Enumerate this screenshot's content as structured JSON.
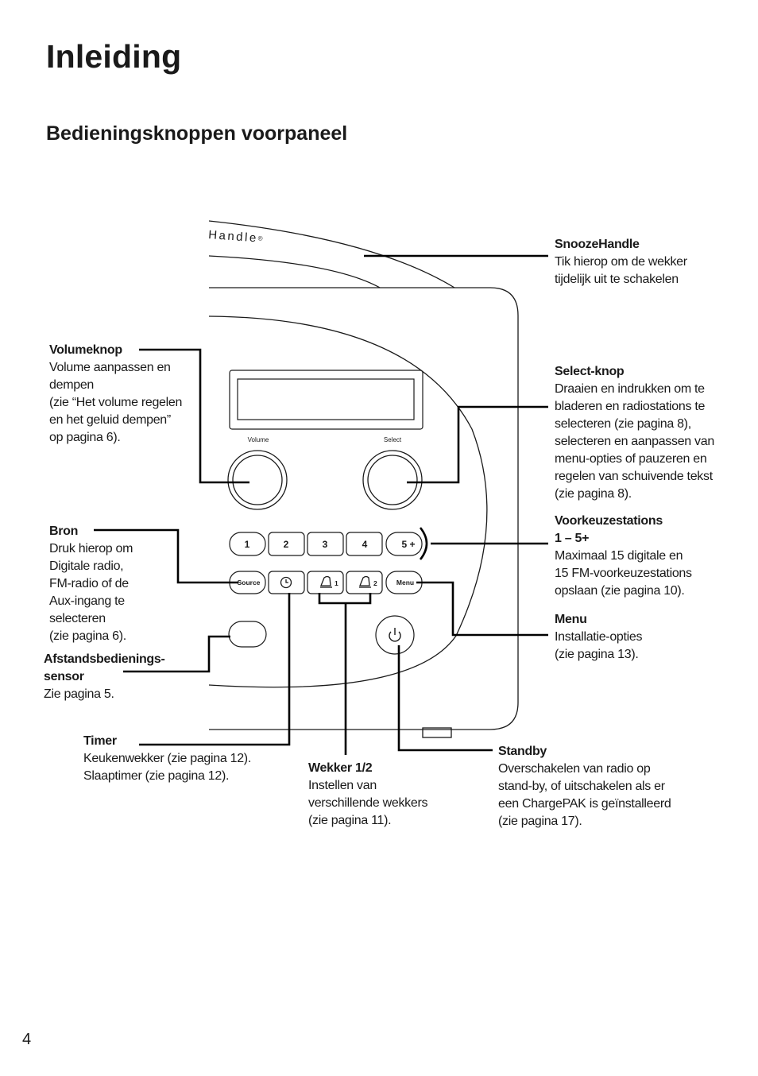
{
  "page": {
    "title": "Inleiding",
    "section_title": "Bedieningsknoppen voorpaneel",
    "page_number": "4"
  },
  "device": {
    "brand_fragment": "Handle",
    "registered_mark": "®",
    "volume_label": "Volume",
    "select_label": "Select",
    "preset_buttons": [
      "1",
      "2",
      "3",
      "4",
      "5 +"
    ],
    "source_label": "Source",
    "alarm1_label": "1",
    "alarm2_label": "2",
    "menu_label": "Menu",
    "icons": {
      "timer": "clock-icon",
      "alarm": "bell-icon",
      "standby": "power-icon"
    }
  },
  "callouts": {
    "snoozehandle": {
      "title": "SnoozeHandle",
      "desc": "Tik hierop om de wekker\ntijdelijk uit te schakelen"
    },
    "volumeknop": {
      "title": "Volumeknop",
      "desc": "Volume aanpassen en\ndempen\n(zie “Het volume regelen\nen het geluid dempen”\nop pagina 6)."
    },
    "select_knop": {
      "title": "Select-knop",
      "desc": "Draaien en indrukken om te\nbladeren en radiostations te\nselecteren (zie pagina 8),\nselecteren en aanpassen van\nmenu-opties of pauzeren en\nregelen van schuivende tekst\n(zie pagina 8)."
    },
    "bron": {
      "title": "Bron",
      "desc": "Druk hierop om\nDigitale radio,\nFM-radio of de\nAux-ingang te\nselecteren\n(zie pagina 6)."
    },
    "voorkeuzestations": {
      "title": "Voorkeuzestations\n1 – 5+",
      "desc": "Maximaal 15 digitale en\n15 FM-voorkeuzestations\nopslaan (zie pagina 10)."
    },
    "menu": {
      "title": "Menu",
      "desc": "Installatie-opties\n(zie pagina 13)."
    },
    "afstandsbediening": {
      "title": "Afstandsbedienings-\nsensor",
      "desc": "Zie pagina 5."
    },
    "timer": {
      "title": "Timer",
      "desc": "Keukenwekker (zie pagina 12).\nSlaaptimer (zie pagina 12)."
    },
    "wekker": {
      "title": "Wekker 1/2",
      "desc": "Instellen van\nverschillende wekkers\n(zie pagina 11)."
    },
    "standby": {
      "title": "Standby",
      "desc": "Overschakelen van radio op\nstand-by, of uitschakelen als er\neen ChargePAK is geïnstalleerd\n(zie pagina 17)."
    }
  }
}
